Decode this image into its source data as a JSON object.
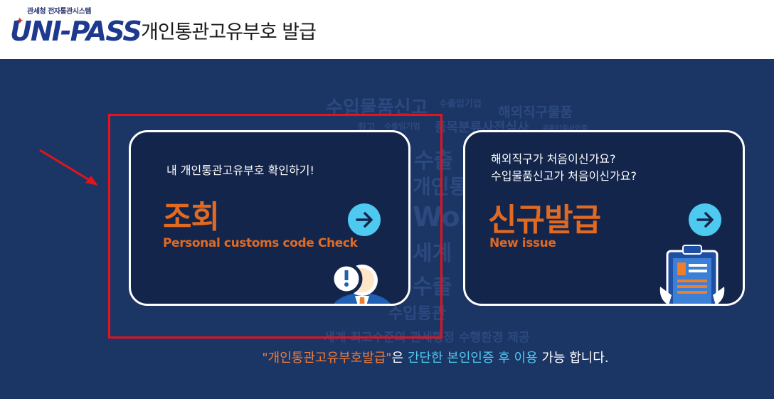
{
  "header": {
    "logo_sub": "관세청 전자통관시스템",
    "logo_main": "UNI-PASS",
    "title": "개인통관고유부호 발급"
  },
  "background_words": [
    "수입물품신고",
    "수출입기업",
    "해외직구물품",
    "최고",
    "수출입기업",
    "품목분류사전심사",
    "공동인증서인증",
    "수출",
    "개인통관",
    "World",
    "세계",
    "수출",
    "수입통관",
    "세계 최고수준의 관세행정 수행환경 제공"
  ],
  "cards": {
    "lookup": {
      "question": "내 개인통관고유부호 확인하기!",
      "title": "조회",
      "subtitle": "Personal customs code Check"
    },
    "issue": {
      "question_line1": "해외직구가 처음이신가요?",
      "question_line2": "수입물품신고가 처음이신가요?",
      "title": "신규발급",
      "subtitle": "New issue"
    }
  },
  "notice": {
    "part1": "\"개인통관고유부호발급\"",
    "part2": "은 ",
    "part3": "간단한 본인인증 후 이용",
    "part4": " 가능 합니다."
  },
  "colors": {
    "background": "#1b3564",
    "card_bg": "#13254b",
    "accent_orange": "#e16a22",
    "accent_cyan": "#4ec9f0",
    "highlight_red": "#e3141b"
  },
  "icons": [
    "arrow-right-icon",
    "magnifier-person-icon",
    "clipboard-icon"
  ]
}
